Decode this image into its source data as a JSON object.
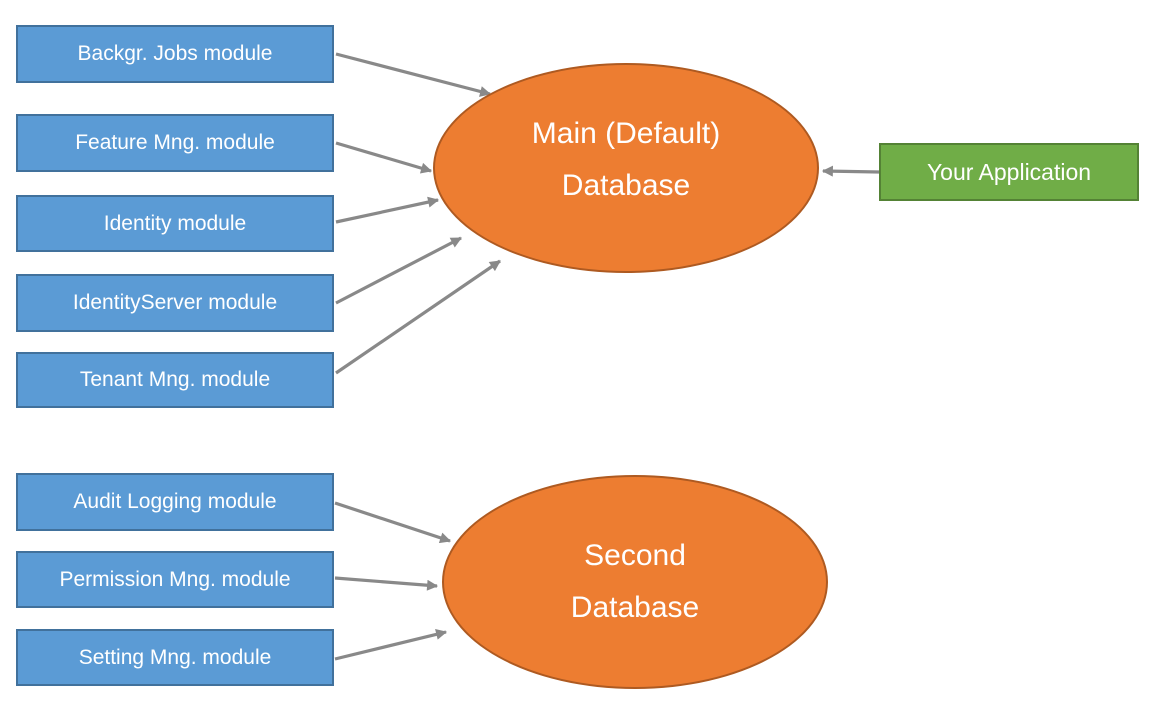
{
  "colors": {
    "bg": "#FFFFFF",
    "module_fill": "#5B9BD5",
    "module_border": "#41719C",
    "db_fill": "#ED7D31",
    "db_border": "#AE5A21",
    "app_fill": "#70AD47",
    "app_border": "#548235",
    "arrow": "#898989",
    "label": "#FFFFFF"
  },
  "main_modules": [
    "Backgr. Jobs module",
    "Feature Mng. module",
    "Identity module",
    "IdentityServer module",
    "Tenant Mng. module"
  ],
  "second_modules": [
    "Audit Logging module",
    "Permission Mng. module",
    "Setting Mng. module"
  ],
  "main_database": {
    "line1": "Main (Default)",
    "line2": "Database"
  },
  "second_database": {
    "line1": "Second",
    "line2": "Database"
  },
  "application": {
    "label": "Your Application"
  },
  "connections": [
    {
      "from": "backgr-jobs-module",
      "to": "main-database"
    },
    {
      "from": "feature-mng-module",
      "to": "main-database"
    },
    {
      "from": "identity-module",
      "to": "main-database"
    },
    {
      "from": "identityserver-module",
      "to": "main-database"
    },
    {
      "from": "tenant-mng-module",
      "to": "main-database"
    },
    {
      "from": "your-application",
      "to": "main-database"
    },
    {
      "from": "audit-logging-module",
      "to": "second-database"
    },
    {
      "from": "permission-mng-module",
      "to": "second-database"
    },
    {
      "from": "setting-mng-module",
      "to": "second-database"
    }
  ]
}
